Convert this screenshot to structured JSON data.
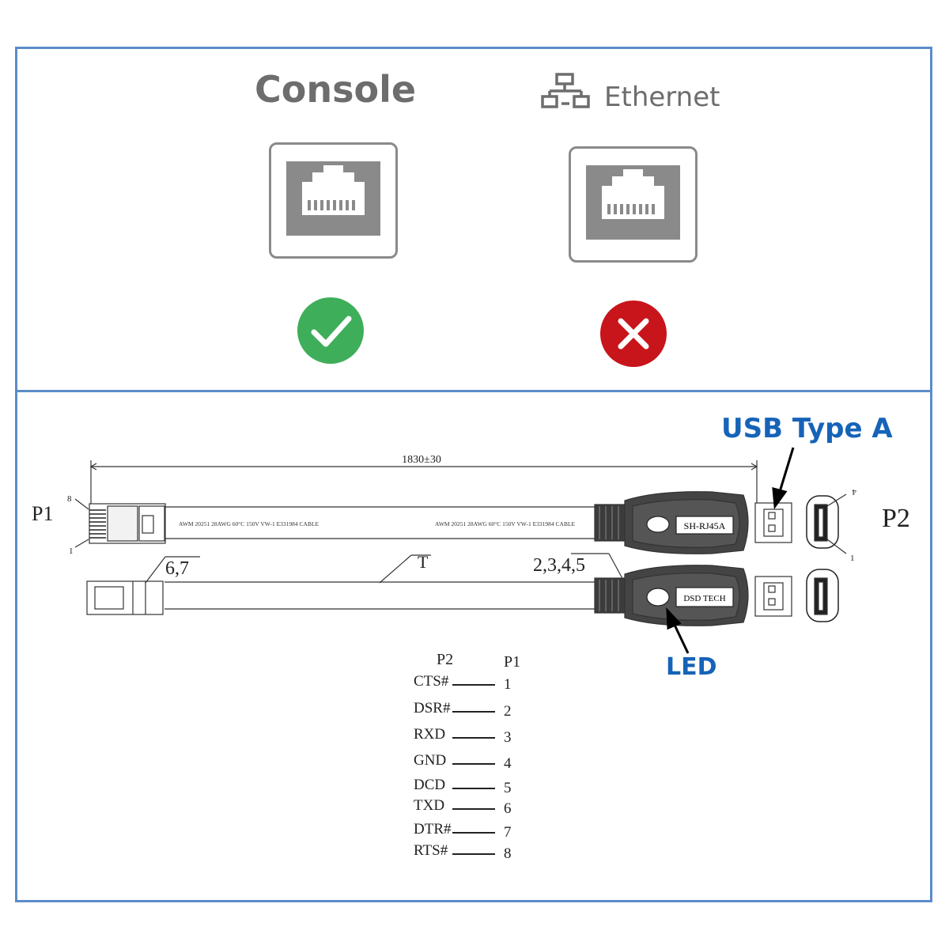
{
  "top": {
    "console": {
      "label": "Console"
    },
    "ethernet": {
      "label": "Ethernet"
    }
  },
  "diagram": {
    "length": "1830±30",
    "p1": "P1",
    "p2": "P2",
    "pin8": "8",
    "pin1": "1",
    "usb_pin4": "4",
    "usb_pin1": "1",
    "pins_67": "6,7",
    "pin_t": "T",
    "pins_2345": "2,3,4,5",
    "cable_print": "AWM 20251   28AWG   60°C 150V   VW-1  E331984   CABLE",
    "cable_print2": "AWM 20251   28AWG   60°C 150V   VW-1  E331984   CABLE",
    "label1": "SH-RJ45A",
    "label2": "DSD TECH",
    "usb_title": "USB Type A",
    "led": "LED"
  },
  "pinout": {
    "header_p2": "P2",
    "header_p1": "P1",
    "rows": [
      {
        "signal": "CTS#",
        "pin": "1"
      },
      {
        "signal": "DSR#",
        "pin": "2"
      },
      {
        "signal": "RXD",
        "pin": "3"
      },
      {
        "signal": "GND",
        "pin": "4"
      },
      {
        "signal": "DCD",
        "pin": "5"
      },
      {
        "signal": "TXD",
        "pin": "6"
      },
      {
        "signal": "DTR#",
        "pin": "7"
      },
      {
        "signal": "RTS#",
        "pin": "8"
      }
    ]
  },
  "colors": {
    "frame": "#5b8cc9",
    "accent_blue": "#1663b8",
    "ok": "#3fae5a",
    "bad": "#c8141b",
    "port_gray": "#8a8a8a"
  },
  "icons": [
    "network-icon",
    "rj45-port-icon",
    "check-icon",
    "cross-icon"
  ]
}
